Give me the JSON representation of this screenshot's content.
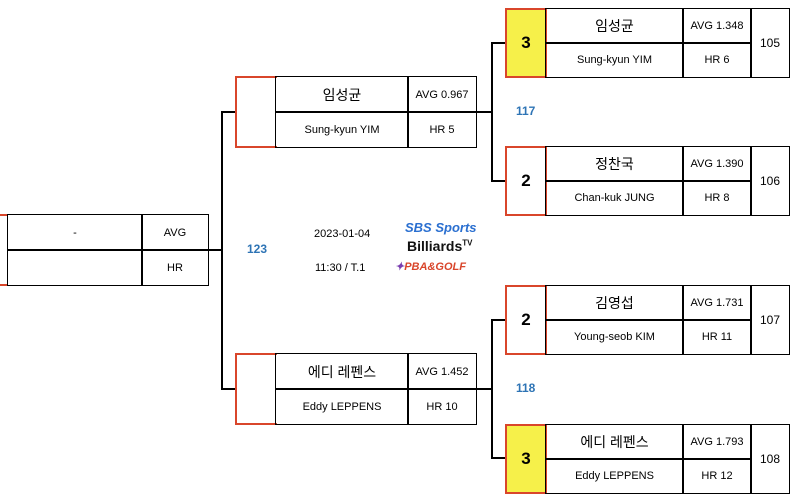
{
  "center": {
    "date": "2023-01-04",
    "time_table": "11:30 / T.1",
    "logo": {
      "line1": "SBS Sports",
      "line2": "Billiards",
      "line2_sup": "TV",
      "line3": "PBA&GOLF"
    }
  },
  "final": {
    "name_ko": "-",
    "name_en": "",
    "avg": "AVG",
    "hr": "HR",
    "match_no": "123"
  },
  "semis": [
    {
      "name_ko": "임성균",
      "name_en": "Sung-kyun YIM",
      "avg": "AVG 0.967",
      "hr": "HR 5",
      "match_no": "117"
    },
    {
      "name_ko": "에디 레펜스",
      "name_en": "Eddy LEPPENS",
      "avg": "AVG 1.452",
      "hr": "HR 10",
      "match_no": "118"
    }
  ],
  "quarters": [
    {
      "score": "3",
      "winner": true,
      "name_ko": "임성균",
      "name_en": "Sung-kyun YIM",
      "avg": "AVG 1.348",
      "hr": "HR 6",
      "match_no": "105"
    },
    {
      "score": "2",
      "winner": false,
      "name_ko": "정찬국",
      "name_en": "Chan-kuk JUNG",
      "avg": "AVG 1.390",
      "hr": "HR 8",
      "match_no": "106"
    },
    {
      "score": "2",
      "winner": false,
      "name_ko": "김영섭",
      "name_en": "Young-seob KIM",
      "avg": "AVG 1.731",
      "hr": "HR 11",
      "match_no": "107"
    },
    {
      "score": "3",
      "winner": true,
      "name_ko": "에디 레펜스",
      "name_en": "Eddy LEPPENS",
      "avg": "AVG 1.793",
      "hr": "HR 12",
      "match_no": "108"
    }
  ],
  "colors": {
    "accent_red": "#d9462b",
    "winner_yellow": "#f6f04a",
    "match_blue": "#2e74b5"
  }
}
